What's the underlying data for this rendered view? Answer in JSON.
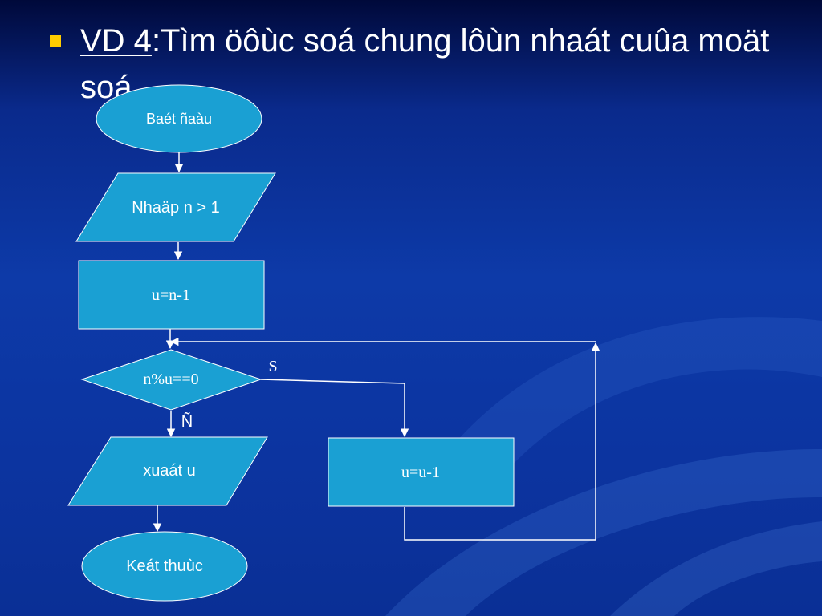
{
  "slide": {
    "title_prefix": "VD 4",
    "title_rest": ":Tìm öôùc soá chung lôùn nhaát cuûa moät soá",
    "accent_color": "#ffcc00",
    "shape_fill": "#1aa0d3"
  },
  "flowchart": {
    "start": "Baét ñaàu",
    "input": "Nhaäp n > 1",
    "init": "u=n-1",
    "condition": "n%u==0",
    "yes_label": "S",
    "no_label": "Ñ",
    "decrement": "u=u-1",
    "output": "xuaát u",
    "end": "Keát thuùc"
  }
}
